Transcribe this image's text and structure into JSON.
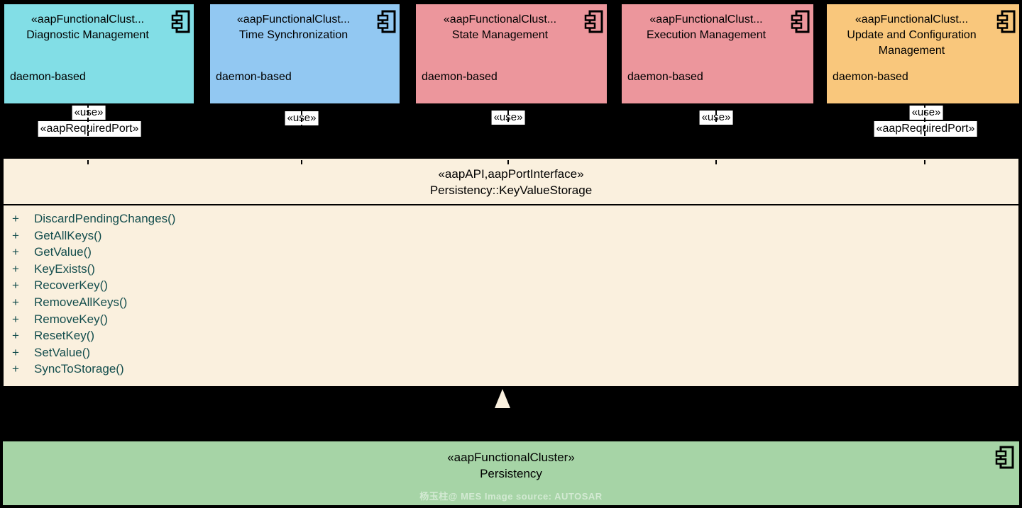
{
  "background": "#000000",
  "clusters": [
    {
      "stereotype": "«aapFunctionalClust...",
      "name": "Diagnostic Management",
      "kind": "daemon-based",
      "color": "#82DEE6"
    },
    {
      "stereotype": "«aapFunctionalClust...",
      "name": "Time Synchronization",
      "kind": "daemon-based",
      "color": "#92C8F2"
    },
    {
      "stereotype": "«aapFunctionalClust...",
      "name": "State Management",
      "kind": "daemon-based",
      "color": "#EC969C"
    },
    {
      "stereotype": "«aapFunctionalClust...",
      "name": "Execution Management",
      "kind": "daemon-based",
      "color": "#EC969C"
    },
    {
      "stereotype": "«aapFunctionalClust...",
      "name": "Update and Configuration Management",
      "kind": "daemon-based",
      "color": "#F9C77C"
    }
  ],
  "labels": {
    "use": "«use»",
    "required_port": "«aapRequiredPort»"
  },
  "interface": {
    "stereotype": "«aapAPI,aapPortInterface»",
    "name": "Persistency::KeyValueStorage",
    "background": "#FAF0DE",
    "method_text_color": "#134D4D",
    "method_prefix": "+",
    "methods": [
      "DiscardPendingChanges()",
      "GetAllKeys()",
      "GetValue()",
      "KeyExists()",
      "RecoverKey()",
      "RemoveAllKeys()",
      "RemoveKey()",
      "ResetKey()",
      "SetValue()",
      "SyncToStorage()"
    ]
  },
  "provider": {
    "stereotype": "«aapFunctionalCluster»",
    "name": "Persistency",
    "color": "#A6D4A6"
  },
  "watermark": "杨玉柱@ MES Image source:  AUTOSAR"
}
